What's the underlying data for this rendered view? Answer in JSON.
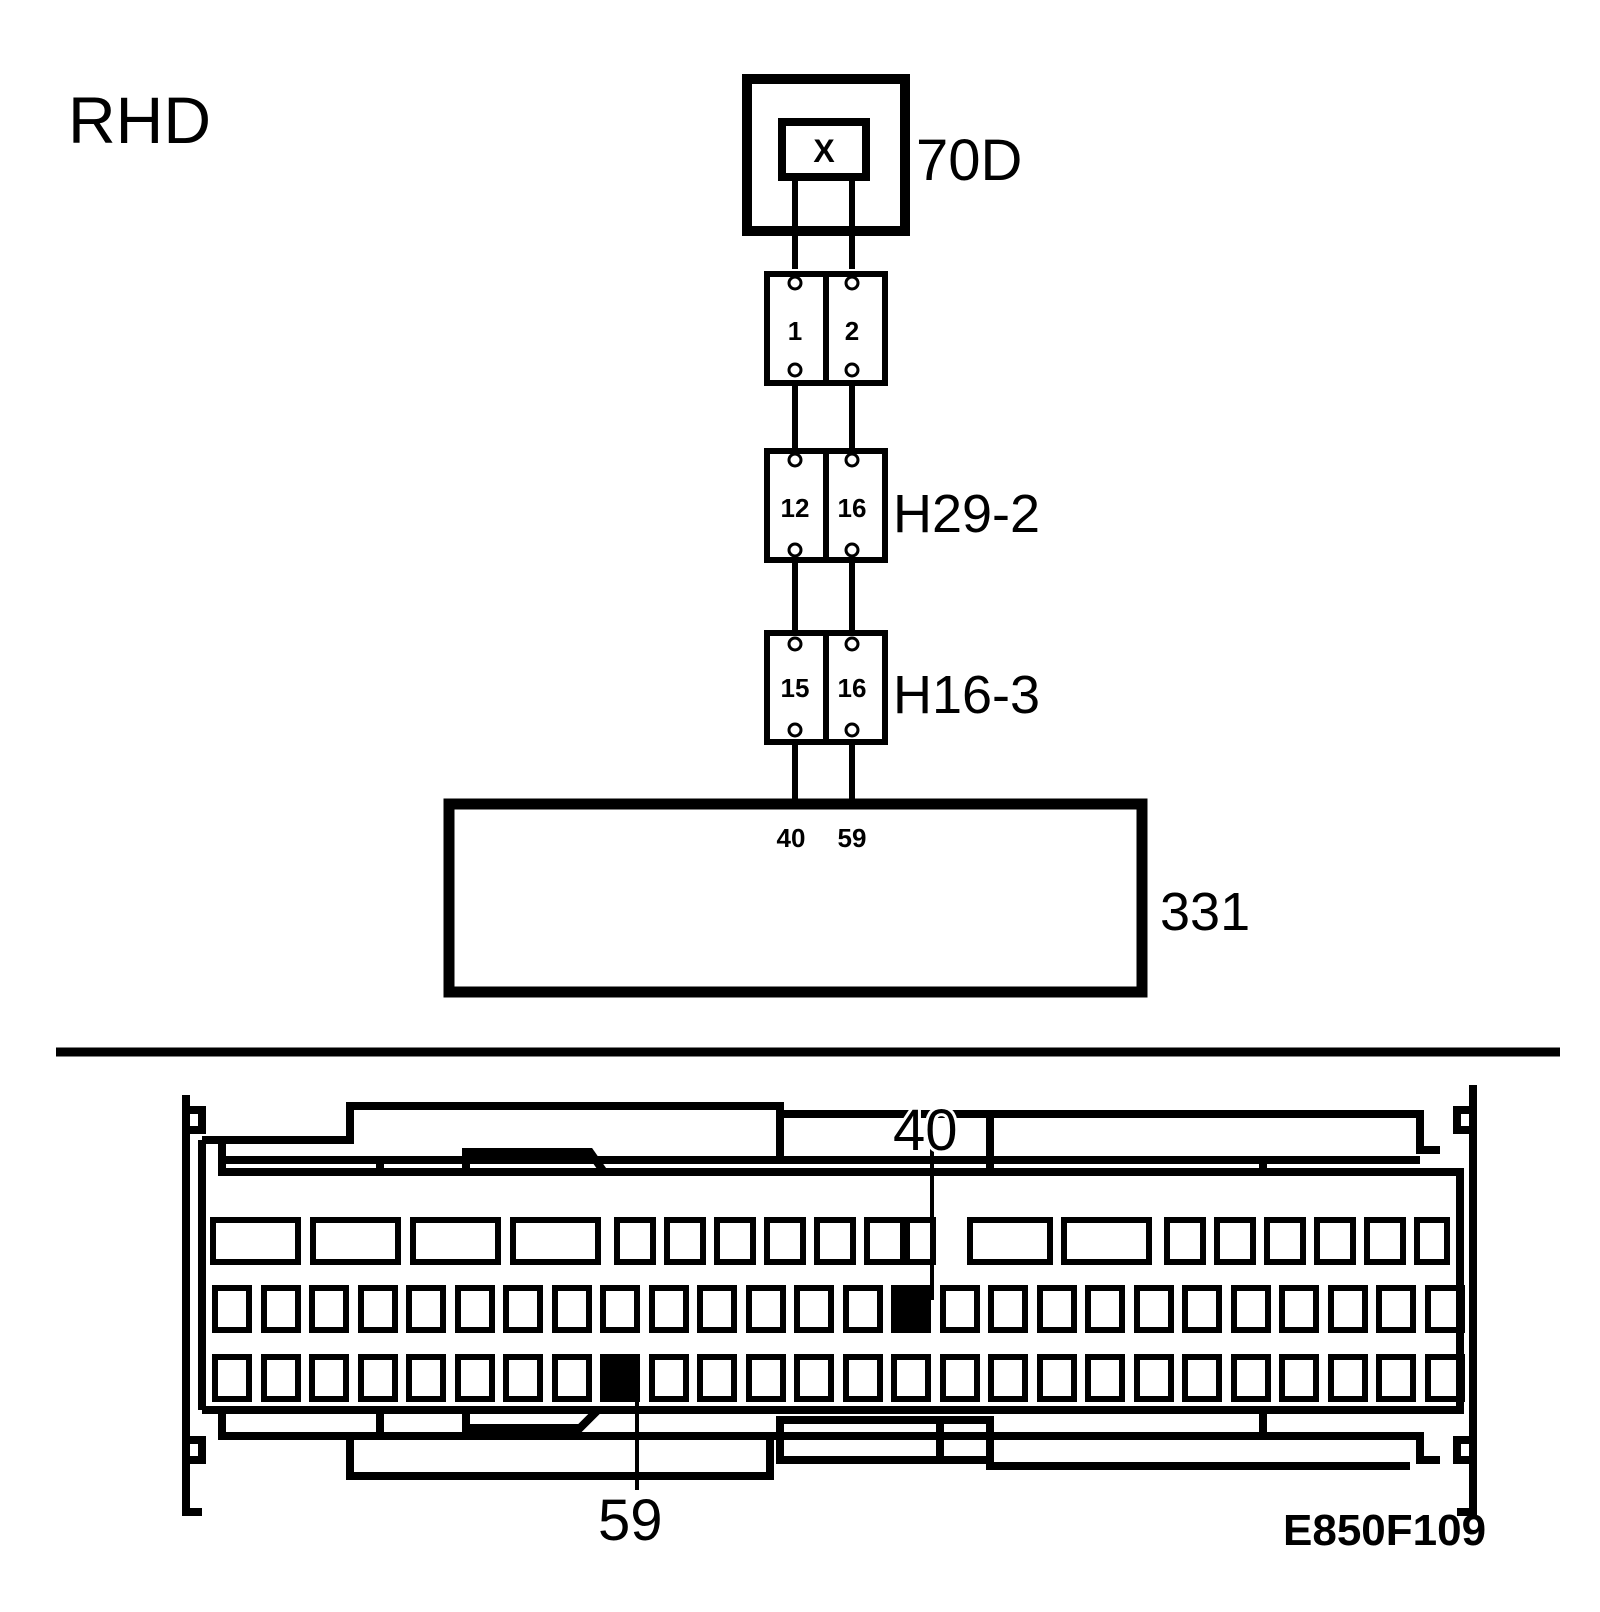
{
  "header": {
    "variant": "RHD"
  },
  "components": {
    "switch": {
      "label": "70D",
      "symbol": "X"
    },
    "connector_top": {
      "pins": [
        "1",
        "2"
      ]
    },
    "connector_h29": {
      "label": "H29-2",
      "pins": [
        "12",
        "16"
      ]
    },
    "connector_h16": {
      "label": "H16-3",
      "pins": [
        "15",
        "16"
      ]
    },
    "control_module": {
      "label": "331",
      "pins": [
        "40",
        "59"
      ]
    }
  },
  "connector_view": {
    "highlighted_pins": [
      {
        "label": "40",
        "row": 2,
        "col": 15
      },
      {
        "label": "59",
        "row": 3,
        "col": 9
      }
    ]
  },
  "footer": {
    "figure_code": "E850F109"
  },
  "colors": {
    "line": "#000000",
    "background": "#ffffff"
  }
}
